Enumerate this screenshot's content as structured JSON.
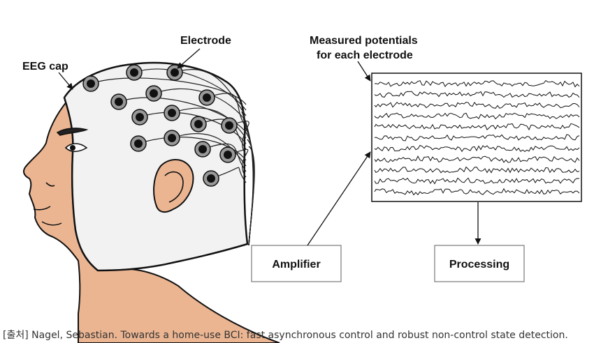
{
  "labels": {
    "eeg_cap": "EEG cap",
    "electrode": "Electrode",
    "potentials_line1": "Measured potentials",
    "potentials_line2": "for each electrode",
    "amplifier": "Amplifier",
    "processing": "Processing"
  },
  "caption": "[출처] Nagel, Sebastian. Towards a home-use BCI: fast asynchronous control and robust non-control state detection.",
  "signal_trace_count": 11,
  "colors": {
    "skin": "#EBB592",
    "cap": "#F2F2F2",
    "electrode_ring": "#999999",
    "electrode_core": "#111111",
    "line": "#111111"
  }
}
